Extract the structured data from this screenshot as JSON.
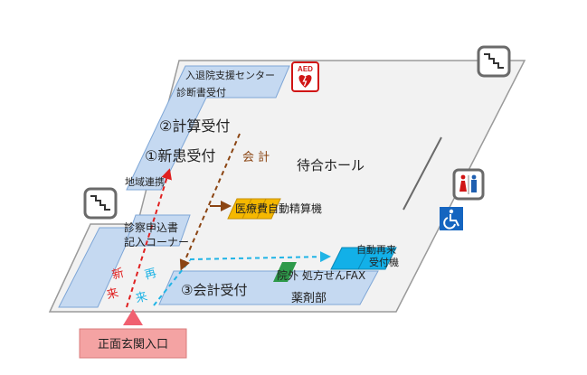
{
  "floor": {
    "hall": "待合ホール",
    "reception_1": "①新患受付",
    "reception_2": "②計算受付",
    "reception_3": "③会計受付",
    "admission_support": "入退院支援センター",
    "certificate_desk": "診断書受付",
    "community_liaison": "地域連携",
    "form_corner_line1": "診察申込書",
    "form_corner_line2": "記入コーナー",
    "auto_payment_machine": "医療費自動精算機",
    "auto_revisit_line1": "自動再来",
    "auto_revisit_line2": "受付機",
    "outside_prescription_fax_a": "院外",
    "outside_prescription_fax_b": "処方せんFAX",
    "pharmacy": "薬剤部",
    "entrance": "正面玄関入口",
    "accounting_route": "会 計",
    "new_patient_route_1": "新",
    "new_patient_route_2": "来",
    "returning_route_1": "再",
    "returning_route_2": "来",
    "aed_label": "AED"
  },
  "colors": {
    "floor": "#f2f2f2",
    "floor_edge": "#9a9a9a",
    "counter_blue": "#c5d9f1",
    "counter_blue_edge": "#7ea6d6",
    "machine_yellow": "#f5b800",
    "machine_cyan": "#12b0e8",
    "fax_green": "#2e9a4a",
    "route_red": "#e02020",
    "route_cyan": "#20b4e6",
    "route_brown": "#8b4513",
    "entrance_pink": "#f4a3a3",
    "entrance_marker": "#f06070",
    "access_blue": "#1565c0"
  },
  "icons": [
    "stairs-icon",
    "aed-icon",
    "restroom-icon",
    "wheelchair-icon"
  ]
}
